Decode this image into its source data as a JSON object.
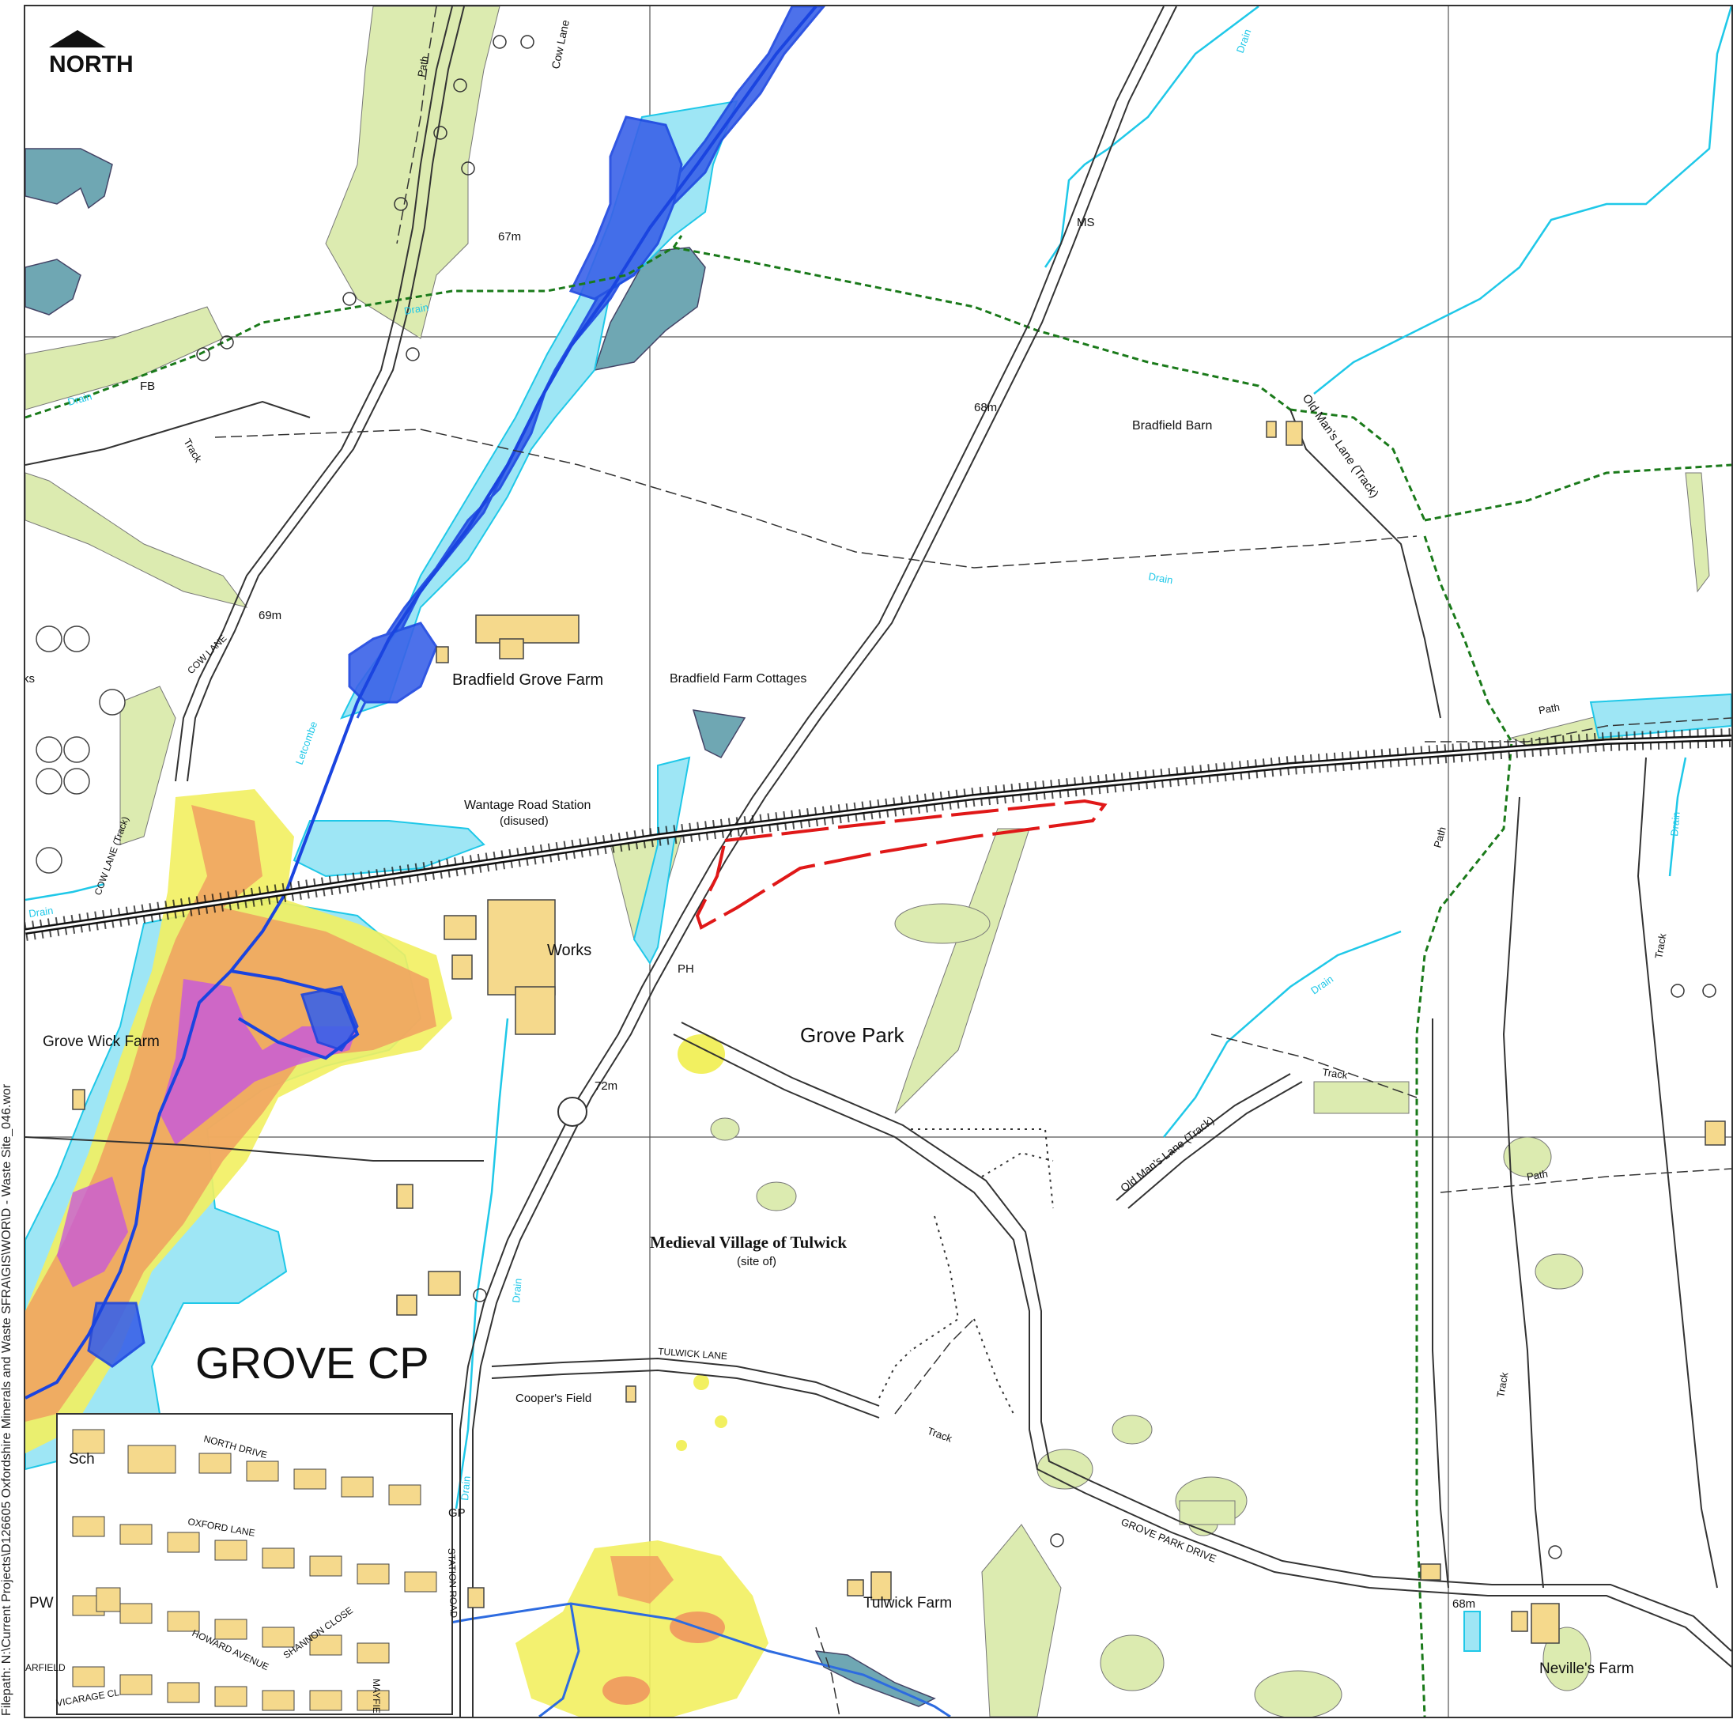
{
  "north_arrow": {
    "label": "NORTH"
  },
  "filepath": "Filepath: N:\\Current Projects\\D126605 Oxfordshire Minerals and Waste SFRA\\GIS\\WOR\\D - Waste Site_046.wor",
  "colors": {
    "flood_zone_dark": "#3a62e8",
    "flood_zone_light": "#4db8ff",
    "flood_zone_pale": "#9ee6f5",
    "surface_water_high": "#c85ad8",
    "surface_water_medium": "#f0a060",
    "surface_water_low": "#f2f060",
    "woodland": "#dcebb0",
    "building": "#f5d98c",
    "site_boundary": "#e01818",
    "railway": "#111111",
    "drain": "#1fc8e8",
    "hedge": "#1a7a1a"
  },
  "labels": {
    "place_grove_cp": "GROVE CP",
    "grove_park": "Grove Park",
    "works": "Works",
    "grove_wick_farm": "Grove Wick Farm",
    "bradfield_grove_farm": "Bradfield Grove Farm",
    "bradfield_farm_cottages": "Bradfield Farm Cottages",
    "bradfield_barn": "Bradfield Barn",
    "wantage_road_station": "Wantage Road Station",
    "disused": "(disused)",
    "medieval_village": "Medieval Village of Tulwick",
    "site_of": "(site of)",
    "tulwick_farm": "Tulwick Farm",
    "nevilles_farm": "Neville's Farm",
    "coopers_field": "Cooper's Field",
    "old_mans_lane_track_1": "Old Man's Lane (Track)",
    "old_mans_lane_track_2": "Old Man's Lane (Track)",
    "cow_lane": "Cow Lane",
    "cow_lane_caps": "COW LANE",
    "cow_lane_track": "COW LANE (Track)",
    "tulwick_lane": "TULWICK LANE",
    "grove_park_drive": "GROVE PARK DRIVE",
    "station_road": "STATION ROAD",
    "north_drive": "NORTH DRIVE",
    "oxford_lane": "OXFORD LANE",
    "howard_avenue": "HOWARD AVENUE",
    "shannon_close": "SHANNON CLOSE",
    "vicarage_cl": "VICARAGE CL",
    "arfield": "ARFIELD",
    "mayfield": "MAYFIE",
    "letcombe": "Letcombe",
    "height_67m": "67m",
    "height_68m_a": "68m",
    "height_69m": "69m",
    "height_72m": "72m",
    "height_68m_b": "68m",
    "ms": "MS",
    "fb": "FB",
    "ph": "PH",
    "gp": "GP",
    "sch": "Sch",
    "pw": "PW",
    "ks": "ks",
    "path": "Path",
    "track": "Track",
    "drain": "Drain"
  }
}
